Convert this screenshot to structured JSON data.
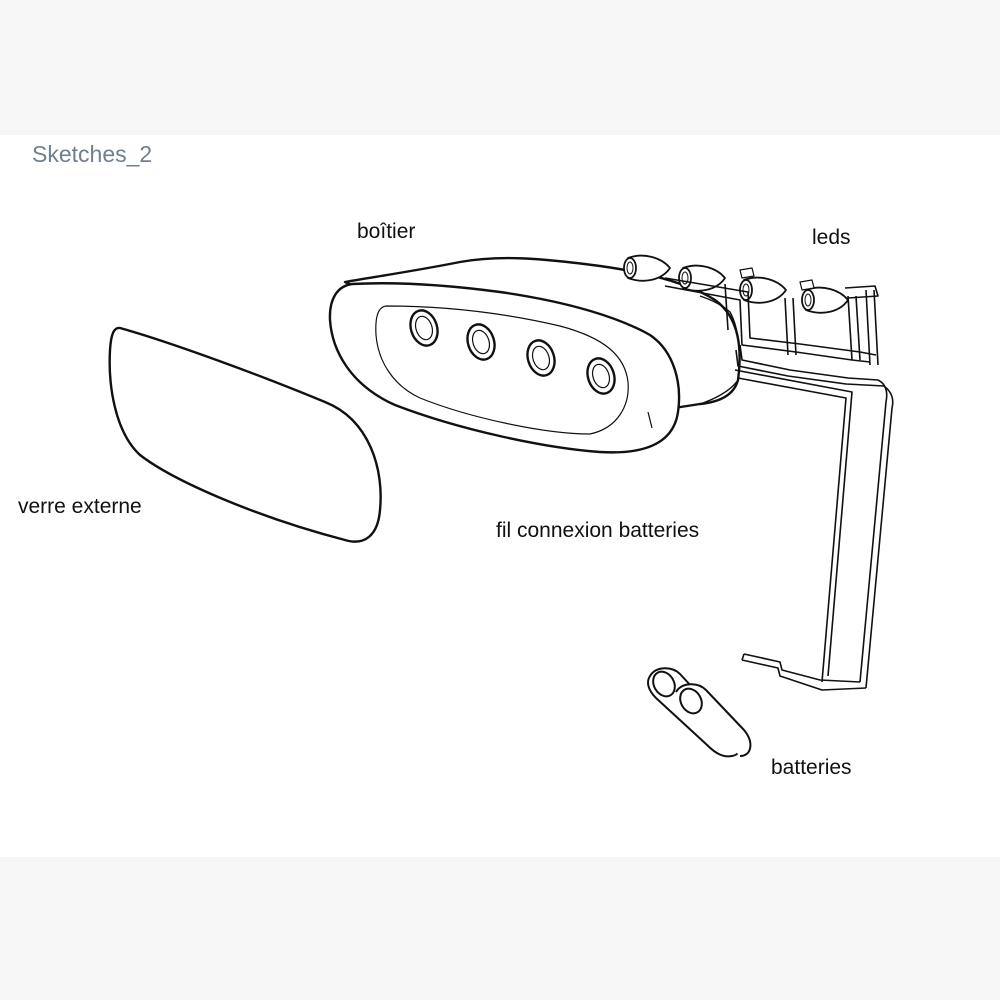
{
  "title": "Sketches_2",
  "labels": {
    "boitier": "boîtier",
    "leds": "leds",
    "verre_externe": "verre externe",
    "fil_connexion": "fil connexion batteries",
    "batteries": "batteries"
  },
  "colors": {
    "sheet_background": "#ffffff",
    "page_background": "#f7f7f7",
    "title_text": "#6f7f8e",
    "label_text": "#111111",
    "line_art": "#111111"
  }
}
